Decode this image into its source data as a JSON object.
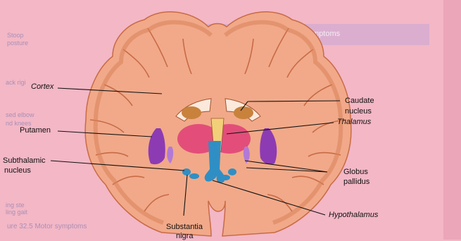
{
  "background": {
    "header": "Motor Symptoms",
    "caption": "ure 32.5   Motor symptoms",
    "side_fragments": [
      "Stoop",
      "posture",
      "ack rigi",
      "sed elbow",
      "nd knees",
      "ing ste",
      "ling gait"
    ]
  },
  "labels": {
    "cortex": "Cortex",
    "putamen": "Putamen",
    "subthalamic": [
      "Subthalamic",
      "nucleus"
    ],
    "substantia": [
      "Substantia",
      "nigra"
    ],
    "caudate": [
      "Caudate",
      "nucleus"
    ],
    "thalamus": "Thalamus",
    "globus": [
      "Globus",
      "pallidus"
    ],
    "hypothalamus": "Hypothalamus"
  },
  "colors": {
    "page": "#f3b7c6",
    "brain": "#f1a989",
    "gray_matter": "#d9825a",
    "caudate": "#c8823c",
    "thalamus": "#e24e79",
    "putamen": "#8d3bb3",
    "globus_pallidus": "#b27ad6",
    "hypothalamus": "#2f8fc4",
    "leader_line": "#111111"
  }
}
